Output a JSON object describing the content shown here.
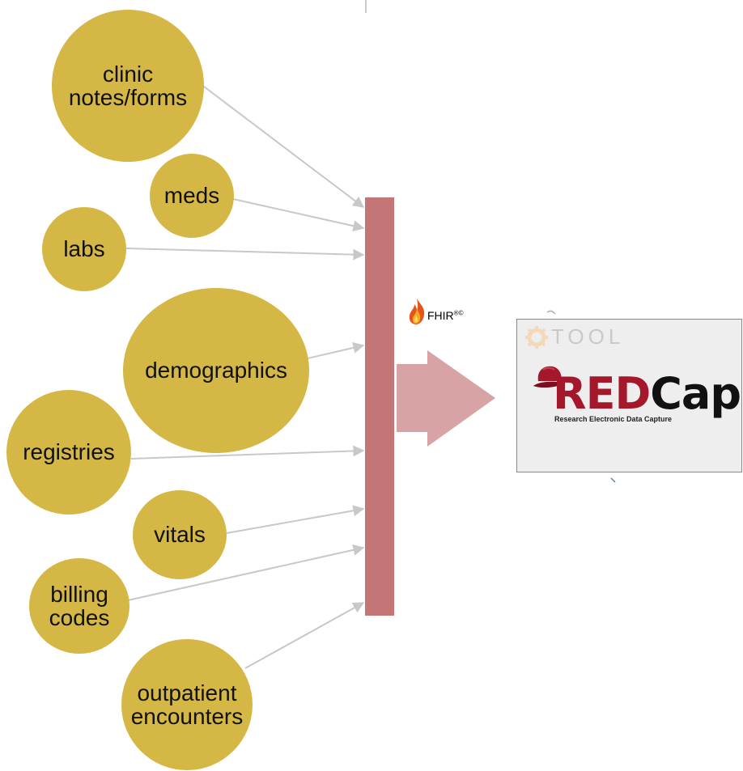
{
  "diagram": {
    "sources": [
      {
        "label": "clinic\nnotes/forms"
      },
      {
        "label": "meds"
      },
      {
        "label": "labs"
      },
      {
        "label": "demographics"
      },
      {
        "label": "registries"
      },
      {
        "label": "vitals"
      },
      {
        "label": "billing\ncodes"
      },
      {
        "label": "outpatient\nencounters"
      }
    ],
    "bridge": {
      "label": "FHIR",
      "marks": "®©"
    },
    "target": {
      "tool_label": "TOOL",
      "name": "REDCap",
      "tagline": "Research Electronic Data Capture"
    }
  },
  "colors": {
    "node_fill": "#d4b744",
    "connector": "#c8c8c8",
    "bar": "#c47677",
    "big_arrow": "#d7a3a5",
    "redcap_red": "#a5182b",
    "card_bg": "#eeeeee",
    "flame": "#e4541a"
  },
  "icons": [
    "flame-icon",
    "gear-icon",
    "cap-icon"
  ]
}
